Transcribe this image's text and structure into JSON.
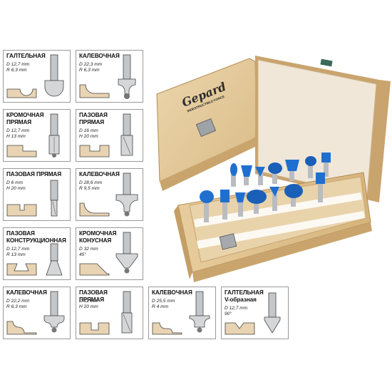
{
  "cards": [
    {
      "title": "ГАЛТЕЛЬНАЯ",
      "specs": [
        "D 12,7 mm",
        "R 6,3 mm"
      ]
    },
    {
      "title": "КАЛЕВОЧНАЯ",
      "specs": [
        "D 22,3 mm",
        "R 6,3 mm"
      ]
    },
    {
      "title": "КРОМОЧНАЯ ПРЯМАЯ",
      "specs": [
        "D 12,7 mm",
        "H 13 mm"
      ]
    },
    {
      "title": "ПАЗОВАЯ ПРЯМАЯ",
      "specs": [
        "D 16 mm",
        "H 20 mm"
      ]
    },
    {
      "title": "ПАЗОВАЯ ПРЯМАЯ",
      "specs": [
        "D 6 mm",
        "H 20 mm"
      ]
    },
    {
      "title": "КАЛЕВОЧНАЯ",
      "specs": [
        "D 28,6 mm",
        "R 9,5 mm"
      ]
    },
    {
      "title": "ПАЗОВАЯ КОНСТРУКЦИОННАЯ",
      "specs": [
        "D 12,7 mm",
        "R 13 mm"
      ]
    },
    {
      "title": "КРОМОЧНАЯ КОНУСНАЯ",
      "specs": [
        "D 32 mm",
        "45°"
      ]
    },
    {
      "title": "КАЛЕВОЧНАЯ",
      "specs": [
        "D 22,2 mm",
        "R 6,3 mm"
      ]
    },
    {
      "title": "ПАЗОВАЯ ПРЯМАЯ",
      "specs": [
        "D 12 mm",
        "H 20 mm"
      ]
    },
    {
      "title": "КАЛЕВОЧНАЯ",
      "specs": [
        "D 25,5 mm",
        "R 4 mm"
      ]
    },
    {
      "title": "ГАЛТЕЛЬНАЯ V-образная",
      "specs": [
        "D 12,7 mm",
        "90°"
      ]
    }
  ],
  "case": {
    "logo": "Gepard",
    "logo_tagline": "INDESTRUCTIBLE FORCE"
  },
  "colors": {
    "wood": "#e3c79a",
    "wood_dark": "#c9a56d",
    "bit_blue": "#1f6fd1",
    "shank": "#b9bcc0",
    "profile_fill": "#e8d3b3"
  }
}
